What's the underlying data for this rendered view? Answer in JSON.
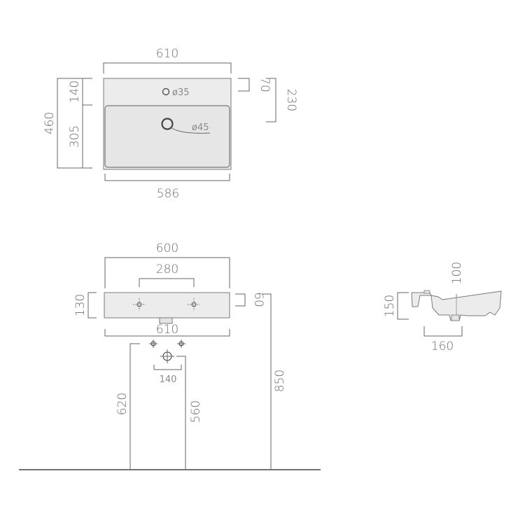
{
  "top_view": {
    "width_outer": "610",
    "width_inner": "586",
    "depth_total": "460",
    "depth_back": "140",
    "depth_bowl": "305",
    "tap_hole": "ø35",
    "drain_hole": "ø45",
    "rim_offset": "70",
    "bowl_depth": "230"
  },
  "front_view": {
    "width_top": "600",
    "bolt_spacing": "280",
    "width_bottom": "610",
    "height": "130",
    "offset_right": "60",
    "pipe_spacing": "140",
    "height_620": "620",
    "height_560": "560",
    "height_850": "850"
  },
  "side_view": {
    "depth_100": "100",
    "height_150": "150",
    "width_160": "160"
  }
}
